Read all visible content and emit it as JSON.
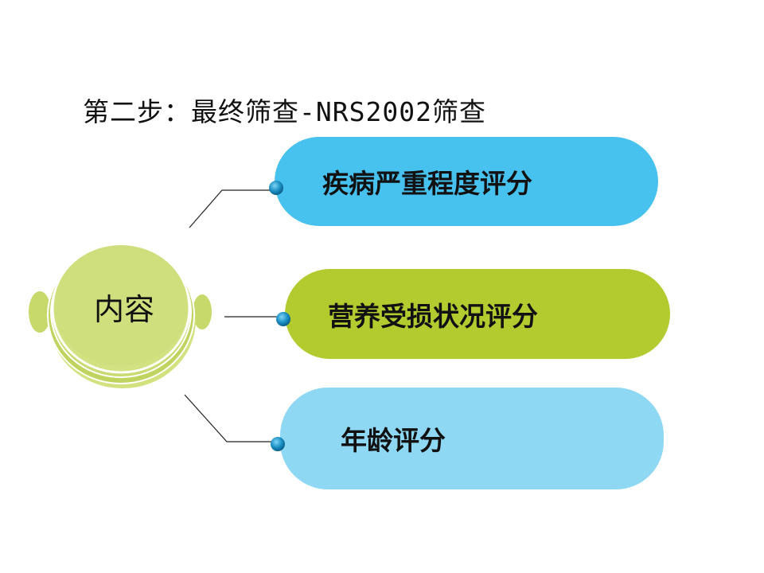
{
  "slide": {
    "title": "第二步：最终筛查-NRS2002筛查",
    "hub_label": "内容"
  },
  "items": [
    {
      "label": "疾病严重程度评分"
    },
    {
      "label": "营养受损状况评分"
    },
    {
      "label": "年龄评分"
    }
  ],
  "colors": {
    "item_1": "#47c1ee",
    "item_2": "#b3cb2f",
    "item_3": "#8fd8f4",
    "hub": "#c6d96a",
    "hub_inner": "#d6e489",
    "node": "#1a8fc2"
  }
}
